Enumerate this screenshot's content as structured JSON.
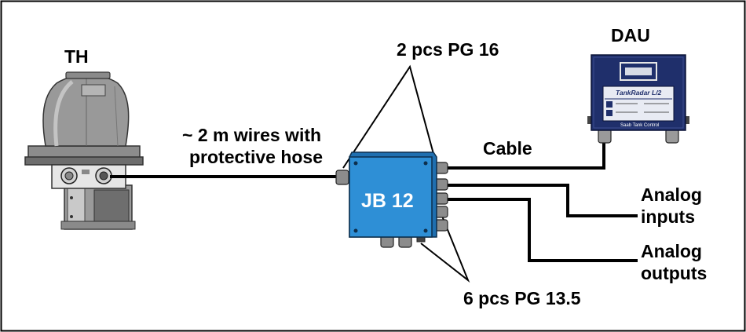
{
  "labels": {
    "th": "TH",
    "dau": "DAU",
    "pg16": "2 pcs PG 16",
    "wires_line1": "~ 2 m wires with",
    "wires_line2": "protective hose",
    "cable": "Cable",
    "jb": "JB 12",
    "analog_inputs_line1": "Analog",
    "analog_inputs_line2": "inputs",
    "analog_outputs_line1": "Analog",
    "analog_outputs_line2": "outputs",
    "pg135": "6 pcs PG 13.5"
  },
  "dau_panel": {
    "brand": "TankRadar L/2",
    "maker": "Saab Tank Control"
  },
  "colors": {
    "jb_blue": "#2e8fd6",
    "dau_navy": "#1f2f6b",
    "th_grey": "#7f7f7f",
    "line": "#000000"
  }
}
